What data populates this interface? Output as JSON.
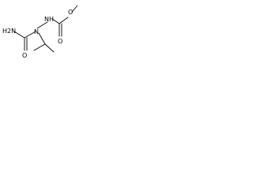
{
  "structure": {
    "atom_labels": {
      "amide_nitrogen": "H2N",
      "hydrazine_nitrogen_upper": "NH",
      "hydrazine_nitrogen_lower": "N",
      "carbonyl_oxygen_left": "O",
      "carbonyl_oxygen_right": "O",
      "ester_oxygen": "O"
    }
  },
  "colors": {
    "line": "#000000",
    "background": "#ffffff"
  }
}
